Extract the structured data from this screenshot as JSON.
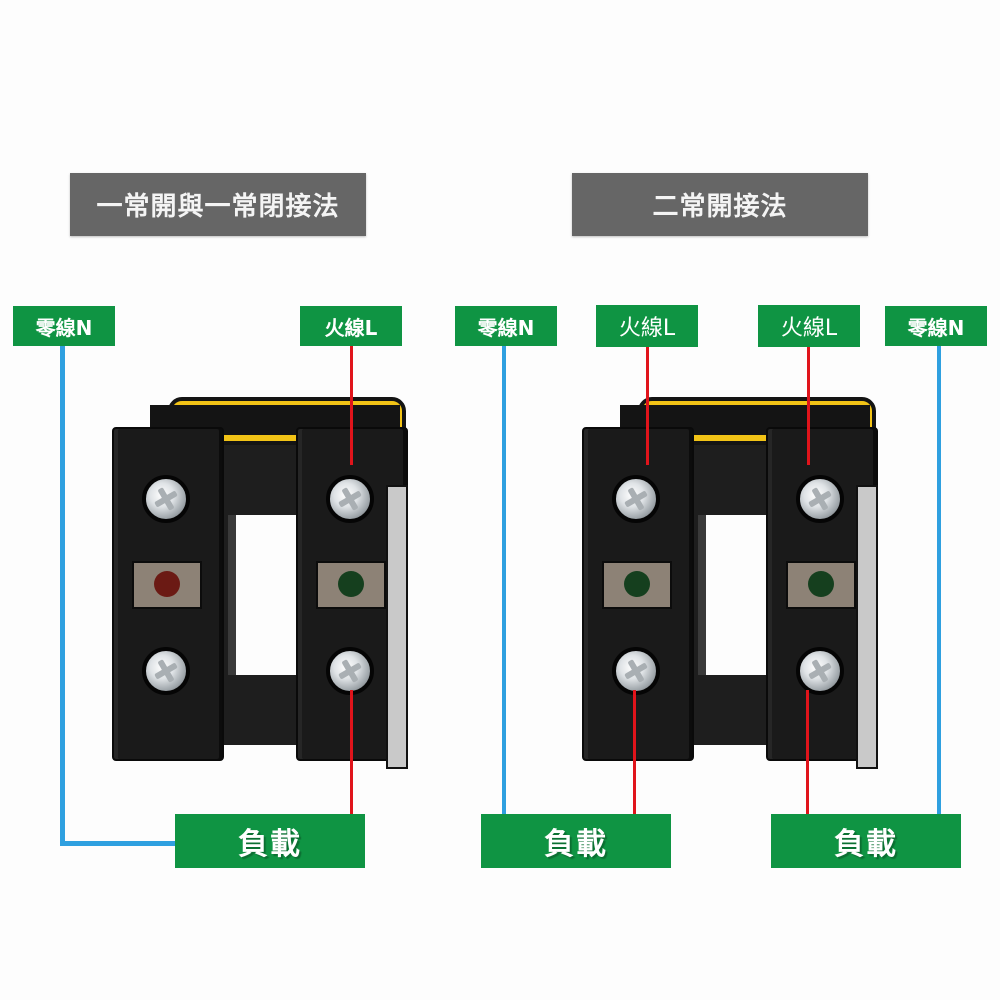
{
  "diagrams": [
    {
      "title": "一常開與一常閉接法",
      "labels": {
        "neutral": "零線N",
        "live": "火線L",
        "load": "負載"
      },
      "indicators": {
        "left": "#6b1a14",
        "right": "#153f1e"
      }
    },
    {
      "title": "二常開接法",
      "labels": {
        "neutral_left": "零線N",
        "live_left": "火線L",
        "live_right": "火線L",
        "neutral_right": "零線N",
        "load_left": "負載",
        "load_right": "負載"
      },
      "indicators": {
        "left": "#153f1e",
        "right": "#153f1e"
      }
    }
  ],
  "colors": {
    "title_bg": "#666666",
    "tag_bg": "#0f9443",
    "neutral_wire": "#2fa0e0",
    "live_wire": "#e0141b",
    "actuator": "#f2c316"
  }
}
